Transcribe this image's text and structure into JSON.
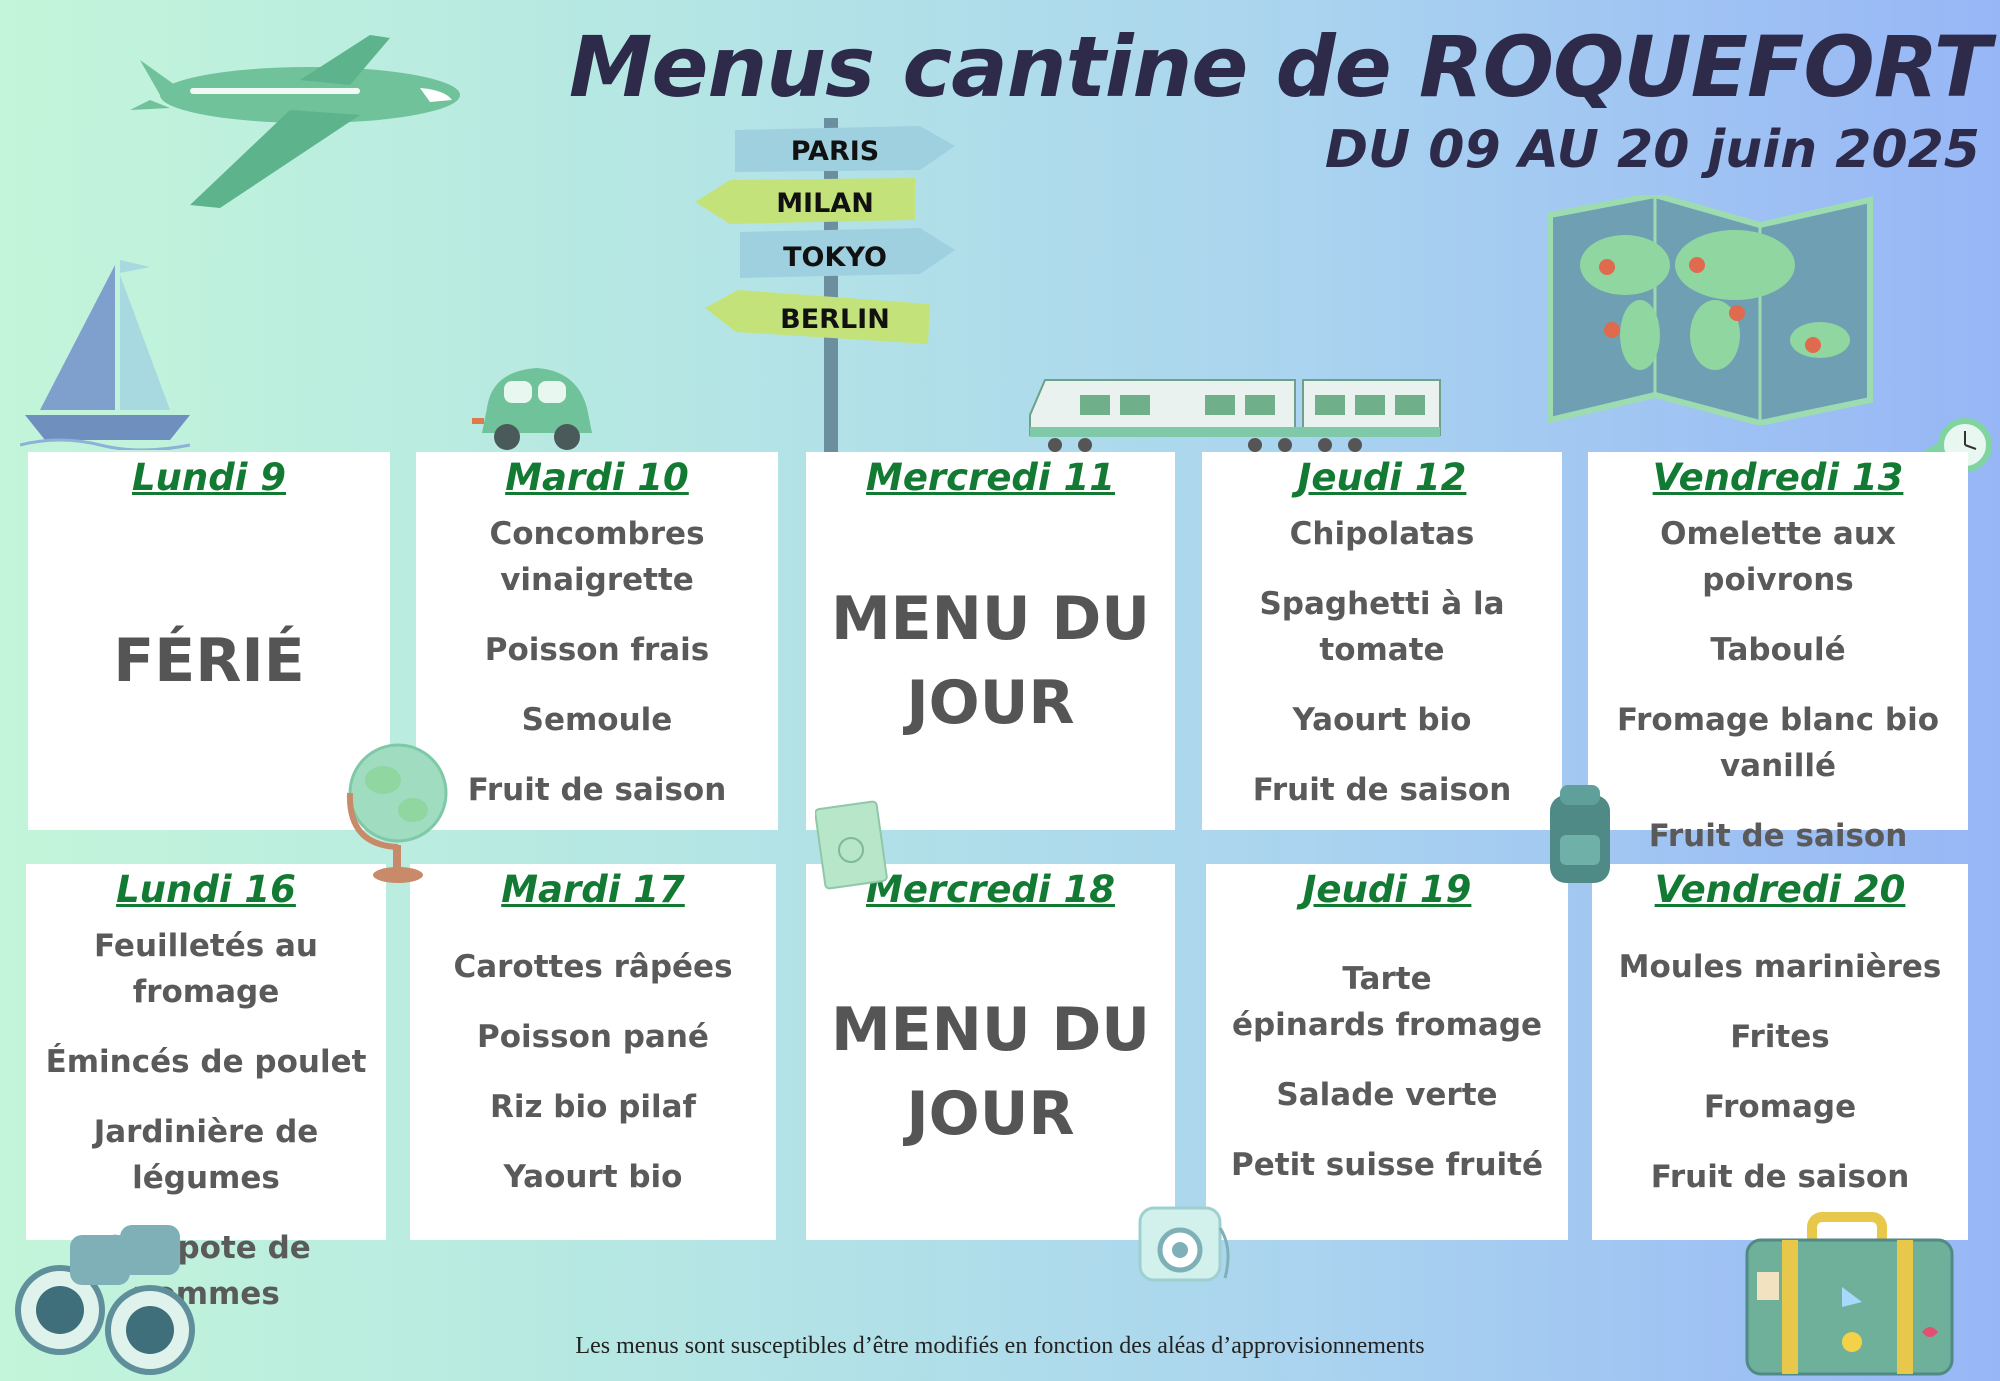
{
  "header": {
    "title": "Menus cantine de ROQUEFORT",
    "subtitle": "DU 09 AU 20 juin 2025"
  },
  "signpost": [
    "PARIS",
    "MILAN",
    "TOKYO",
    "BERLIN"
  ],
  "days": [
    {
      "day": "Lundi 9",
      "special": "FÉRIÉ"
    },
    {
      "day": "Mardi 10",
      "items": [
        "Concombres\nvinaigrette",
        "Poisson frais",
        "Semoule",
        "Fruit de saison"
      ]
    },
    {
      "day": "Mercredi 11",
      "special": "MENU DU\nJOUR"
    },
    {
      "day": "Jeudi 12",
      "items": [
        "Chipolatas",
        "Spaghetti à la\ntomate",
        "Yaourt bio",
        "Fruit de saison"
      ]
    },
    {
      "day": "Vendredi 13",
      "items": [
        "Omelette aux poivrons",
        "Taboulé",
        "Fromage blanc bio\nvanillé",
        "Fruit de saison"
      ]
    },
    {
      "day": "Lundi 16",
      "items": [
        "Feuilletés au fromage",
        "Émincés de poulet",
        "Jardinière de légumes",
        "Compote de pommes"
      ]
    },
    {
      "day": "Mardi 17",
      "items": [
        "Carottes râpées",
        "Poisson pané",
        "Riz bio pilaf",
        "Yaourt bio"
      ]
    },
    {
      "day": "Mercredi 18",
      "special": "MENU DU\nJOUR"
    },
    {
      "day": "Jeudi 19",
      "items": [
        "Tarte\népinards fromage",
        "Salade verte",
        "Petit suisse fruité"
      ]
    },
    {
      "day": "Vendredi 20",
      "items": [
        "Moules marinières",
        "Frites",
        "Fromage",
        "Fruit de saison"
      ]
    }
  ],
  "footer": "Les menus sont susceptibles d’être modifiés en fonction des aléas d’approvisionnements",
  "colors": {
    "day_heading": "#137a33",
    "title": "#2e2b4a",
    "menu_text": "#5a5a5a"
  },
  "icons": [
    "airplane-icon",
    "signpost-icon",
    "world-map-icon",
    "sailboat-icon",
    "car-icon",
    "train-icon",
    "watch-icon",
    "globe-icon",
    "passport-icon",
    "backpack-icon",
    "binoculars-icon",
    "camera-icon",
    "suitcase-icon"
  ]
}
